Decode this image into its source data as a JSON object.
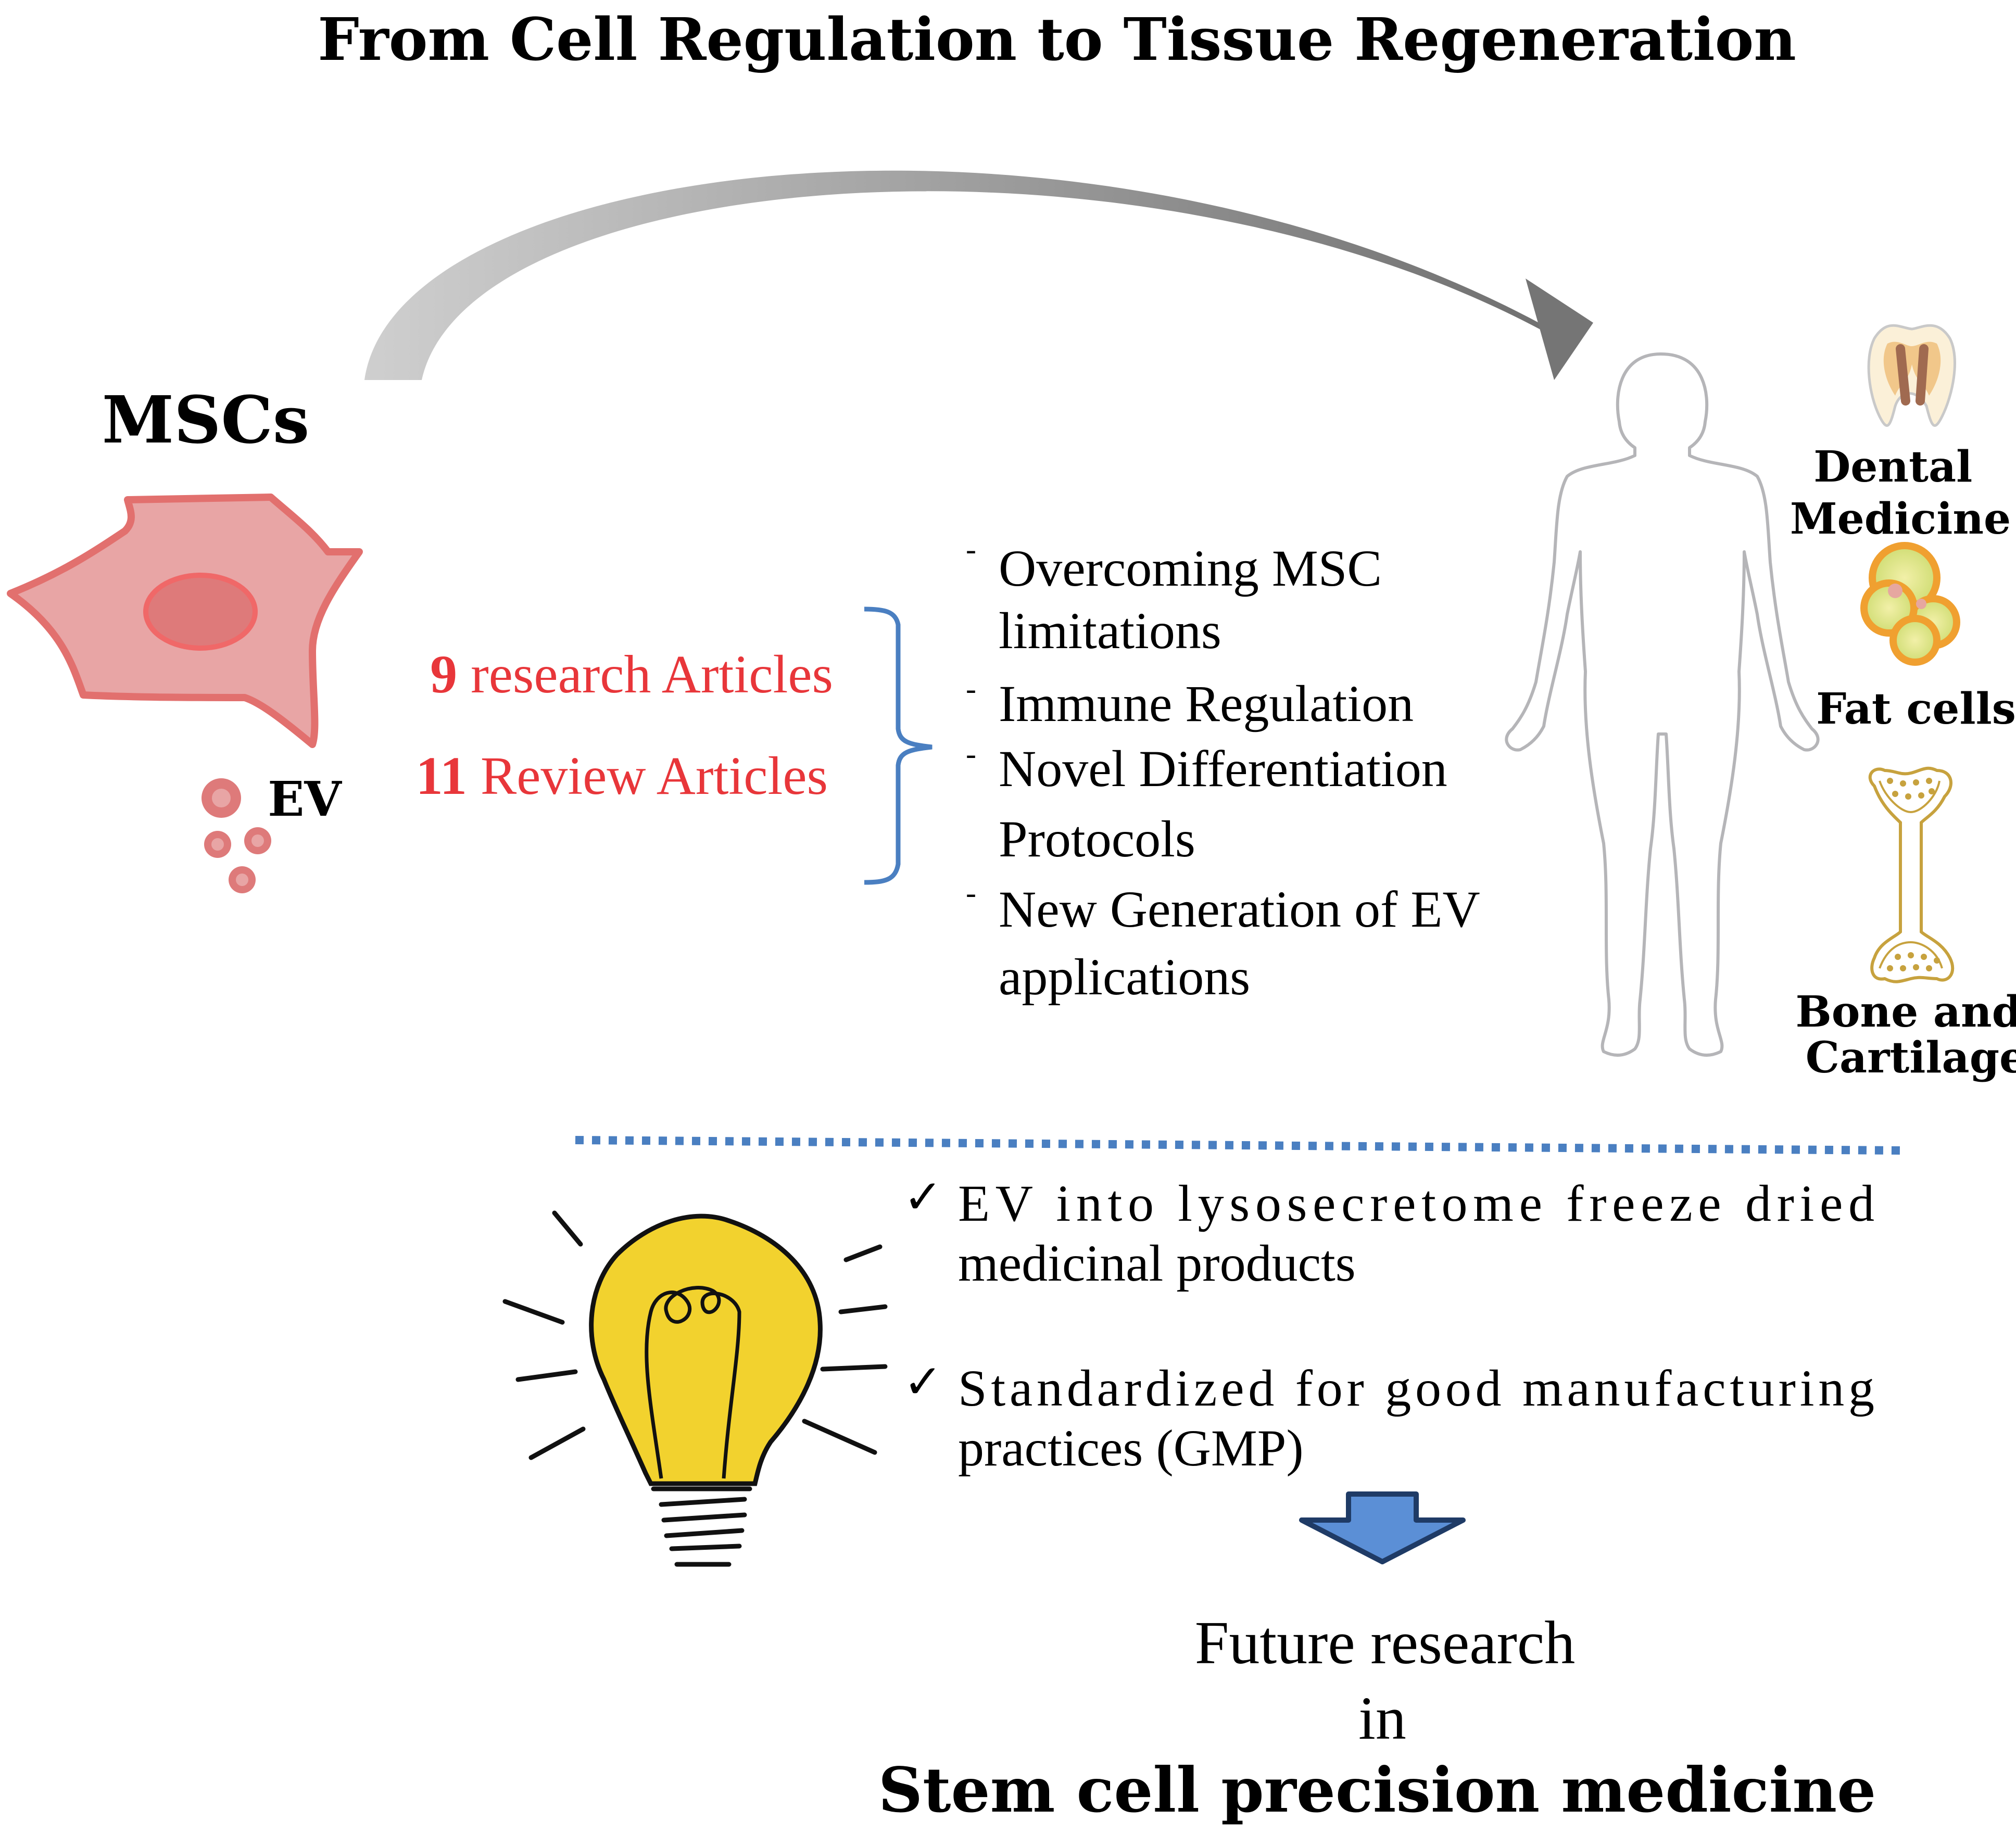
{
  "title": "From Cell Regulation to Tissue Regeneration",
  "msc": {
    "label": "MSCs",
    "ev_label": "EV"
  },
  "articles": [
    {
      "count": "9",
      "text": "research Articles"
    },
    {
      "count": "11",
      "text": "Review Articles"
    }
  ],
  "topics": [
    {
      "marker": "-",
      "lines": [
        "Overcoming MSC",
        "limitations"
      ]
    },
    {
      "marker": "-",
      "lines": [
        "Immune Regulation"
      ]
    },
    {
      "marker": "-",
      "lines": [
        "Novel Differentiation",
        "Protocols"
      ]
    },
    {
      "marker": "-",
      "lines": [
        "New Generation of EV",
        "applications"
      ]
    }
  ],
  "tissues": [
    {
      "label_lines": [
        "Dental",
        "Medicine"
      ],
      "icon": "tooth-icon"
    },
    {
      "label_lines": [
        "Fat cells"
      ],
      "icon": "fat-cells-icon"
    },
    {
      "label_lines": [
        "Bone and",
        "Cartilage"
      ],
      "icon": "bone-icon"
    }
  ],
  "checklist": [
    {
      "check": "✓",
      "line1": "EV into lysosecretome freeze dried",
      "line2": "medicinal products"
    },
    {
      "check": "✓",
      "line1": "Standardized for good manufacturing",
      "line2": "practices (GMP)"
    }
  ],
  "future": {
    "line1": "Future research",
    "line2": "in",
    "line3": "Stem cell precision medicine"
  },
  "colors": {
    "cell_fill": "#e8a5a5",
    "cell_stroke": "#e2706e",
    "nucleus": "#de7a7a",
    "article_red": "#e8363a",
    "bracket_blue": "#4a7fc1",
    "dotted_line": "#4a7fc1",
    "arrow_down": "#5b8fd6",
    "bulb_yellow": "#f2d22e",
    "body_outline": "#b5b5b8",
    "bone_outline": "#c7a23e"
  }
}
